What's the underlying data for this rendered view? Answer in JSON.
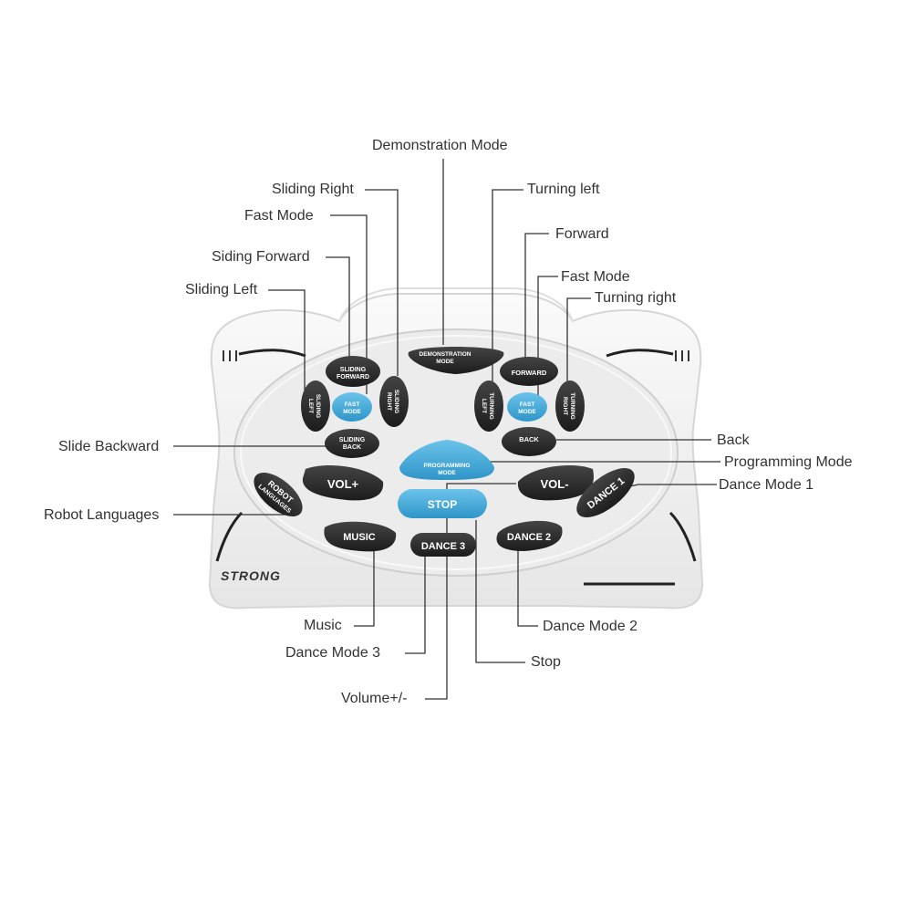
{
  "labels": {
    "demonstration_mode": "Demonstration Mode",
    "sliding_right": "Sliding Right",
    "fast_mode_left": "Fast Mode",
    "siding_forward": "Siding Forward",
    "sliding_left": "Sliding Left",
    "slide_backward": "Slide Backward",
    "robot_languages": "Robot Languages",
    "music": "Music",
    "dance_mode_3": "Dance Mode 3",
    "volume": "Volume+/-",
    "turning_left": "Turning left",
    "forward": "Forward",
    "fast_mode_right": "Fast Mode",
    "turning_right": "Turning right",
    "back": "Back",
    "programming_mode": "Programming Mode",
    "dance_mode_1": "Dance Mode 1",
    "dance_mode_2": "Dance Mode 2",
    "stop": "Stop"
  },
  "remote": {
    "brand": "STRONG",
    "buttons": {
      "demonstration_line1": "DEMONSTRATION",
      "demonstration_line2": "MODE",
      "sliding_forward_line1": "SLIDING",
      "sliding_forward_line2": "FORWARD",
      "fast_mode_line1": "FAST",
      "fast_mode_line2": "MODE",
      "sliding_left_line1": "SLIDING",
      "sliding_left_line2": "LEFT",
      "sliding_right_line1": "SLIDING",
      "sliding_right_line2": "RIGHT",
      "sliding_back_line1": "SLIDING",
      "sliding_back_line2": "BACK",
      "forward": "FORWARD",
      "turning_left_line1": "TURNING",
      "turning_left_line2": "LEFT",
      "turning_right_line1": "TURNING",
      "turning_right_line2": "RIGHT",
      "back": "BACK",
      "programming_line1": "PROGRAMMING",
      "programming_line2": "MODE",
      "vol_plus": "VOL+",
      "vol_minus": "VOL-",
      "stop": "STOP",
      "robot_languages_line1": "ROBOT",
      "robot_languages_line2": "LANGUAGES",
      "music": "MUSIC",
      "dance3": "DANCE 3",
      "dance2": "DANCE 2",
      "dance1": "DANCE 1"
    }
  },
  "colors": {
    "button_dark": "#2b2b2b",
    "button_blue": "#3fa7d6",
    "body": "#f2f2f2",
    "leader_line": "#333333"
  }
}
